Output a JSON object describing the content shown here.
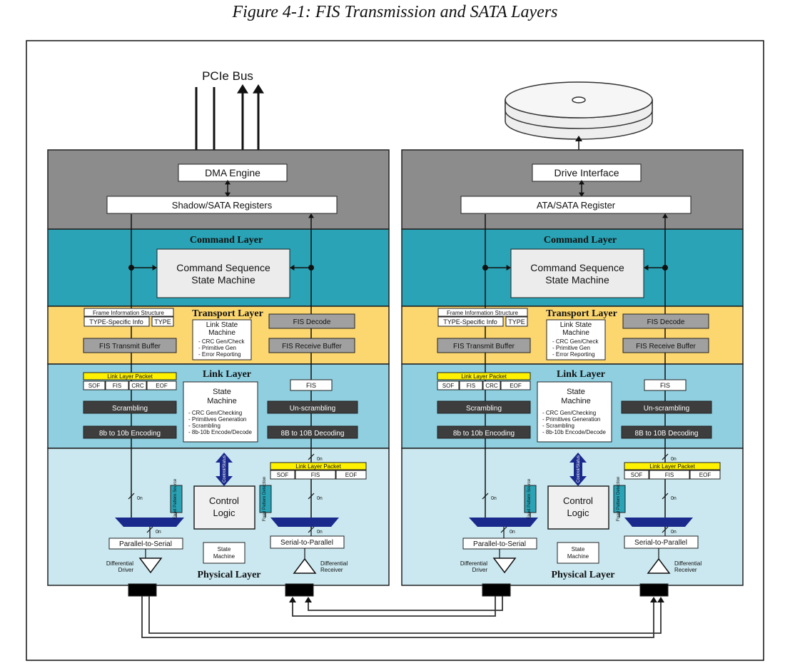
{
  "figure": {
    "caption": "Figure 4-1: FIS Transmission and SATA Layers"
  },
  "host": {
    "bus_label": "PCIe Bus",
    "top_box": "DMA Engine",
    "registers": "Shadow/SATA Registers"
  },
  "device": {
    "top_box": "Drive Interface",
    "registers": "ATA/SATA Register"
  },
  "layer_names": {
    "command": "Command Layer",
    "transport": "Transport Layer",
    "link": "Link Layer",
    "physical": "Physical Layer"
  },
  "command": {
    "line1": "Command Sequence",
    "line2": "State Machine"
  },
  "transport": {
    "fis_struct_title": "Frame Information Structure",
    "type_specific": "TYPE-Specific Info",
    "type": "TYPE",
    "sm_title1": "Link State",
    "sm_title2": "Machine",
    "sm_items": [
      "- CRC Gen/Check",
      "- Primitive Gen",
      "- Error Reporting"
    ],
    "fis_decode": "FIS Decode",
    "transmit_buffer": "FIS Transmit Buffer",
    "receive_buffer": "FIS Receive Buffer"
  },
  "link": {
    "packet_title": "Link Layer Packet",
    "fields": [
      "SOF",
      "FIS",
      "CRC",
      "EOF"
    ],
    "fis": "FIS",
    "scrambling": "Scrambling",
    "unscrambling": "Un-scrambling",
    "encoding": "8b to 10b Encoding",
    "decoding": "8B to 10B Decoding",
    "sm_title1": "State",
    "sm_title2": "Machine",
    "sm_items": [
      "- CRC Gen/Checking",
      "- Primitives Generation",
      "- Scrambling",
      "- 8b-10b Encode/Decode"
    ]
  },
  "physical": {
    "packet_title": "Link Layer Packet",
    "fields": [
      "SOF",
      "FIS",
      "EOF"
    ],
    "control1": "Control",
    "control2": "Logic",
    "control_bus": "Control/Status",
    "tx_source": "Fixed Pattern Source",
    "rx_detect": "Fixed Pattern Detection",
    "width": "0n",
    "p2s": "Parallel-to-Serial",
    "s2p": "Serial-to-Parallel",
    "state1": "State",
    "state2": "Machine",
    "diff_driver1": "Differential",
    "diff_driver2": "Driver",
    "diff_receiver1": "Differential",
    "diff_receiver2": "Receiver"
  },
  "colors": {
    "top": "#8c8c8c",
    "command": "#29a3b5",
    "transport": "#fcd770",
    "link": "#8fcfe0",
    "physical": "#cbe8f0",
    "dark_box": "#3d3d3d",
    "gray_box": "#a0a0a0",
    "packet_header": "#fff200",
    "navy": "#1a2a8c"
  }
}
